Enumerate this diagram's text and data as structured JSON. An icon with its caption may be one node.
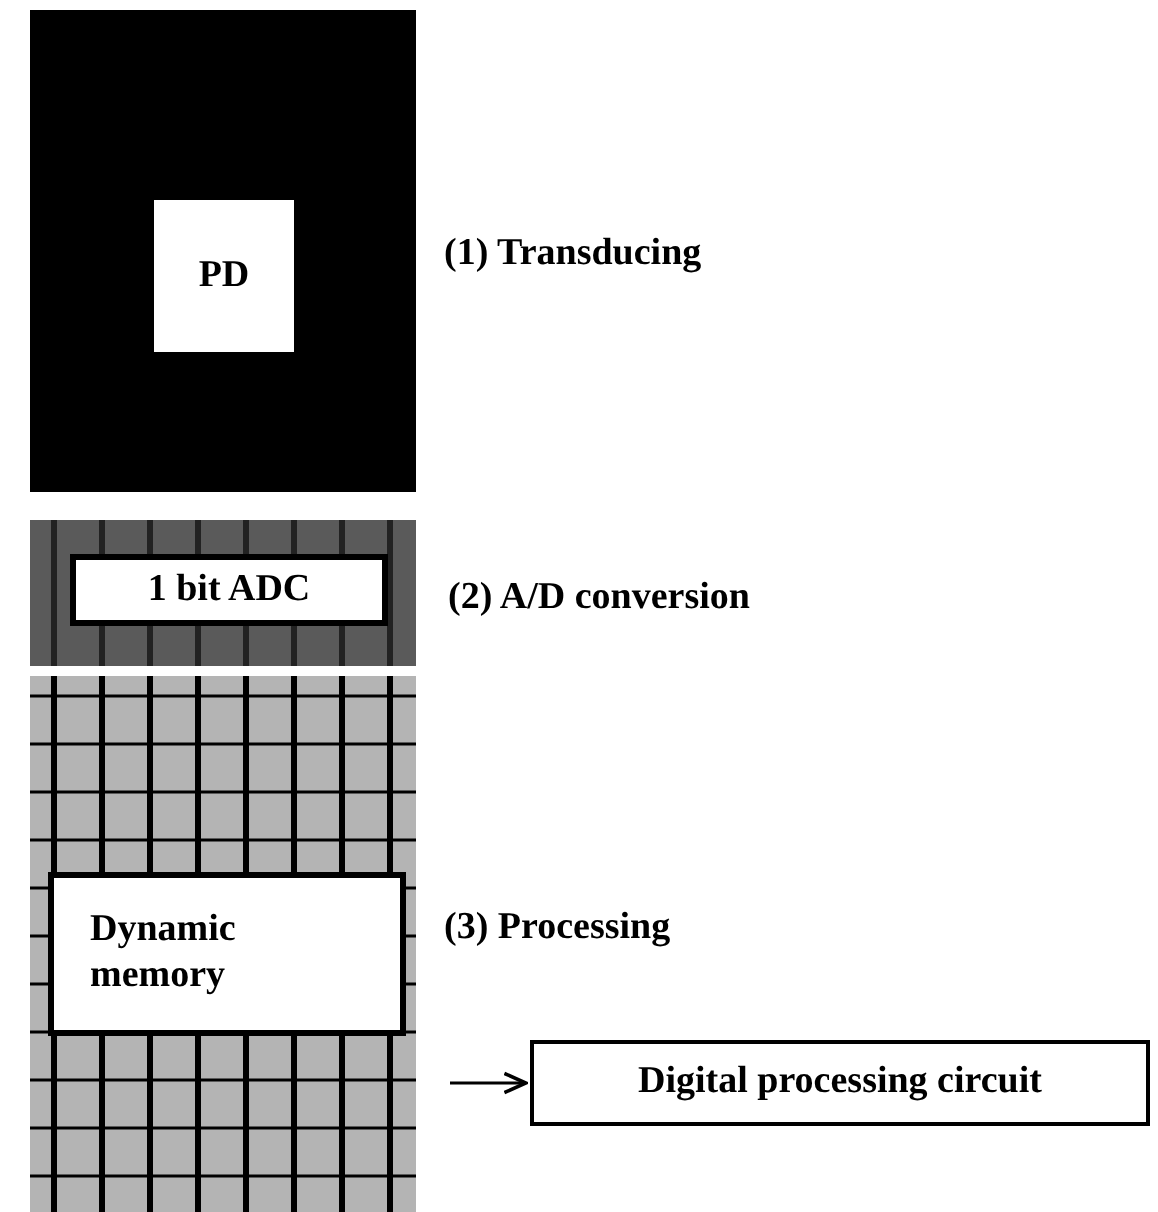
{
  "diagram": {
    "nodes": [
      {
        "text": [],
        "shape": "box"
      },
      {
        "text": [
          "PD"
        ],
        "in": 0
      },
      {
        "text": [],
        "shape": "box"
      },
      {
        "text": [
          "1 bit ADC"
        ],
        "in": 2
      },
      {
        "text": [],
        "shape": "box"
      },
      {
        "text": [
          "Dynamic memory"
        ],
        "in": 4
      },
      {
        "text": [
          "Digital processing circuit"
        ]
      }
    ],
    "edges": [
      {
        "from": null,
        "to": 6,
        "arrow": "to"
      }
    ],
    "labels": [
      "(1) Transducing",
      "(2) A/D conversion",
      "(3) Processing"
    ]
  }
}
